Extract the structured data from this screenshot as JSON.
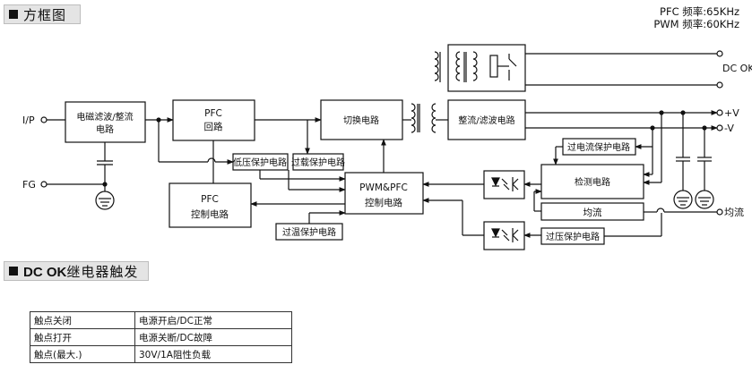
{
  "section1": {
    "title": "方框图"
  },
  "freq": {
    "pfc": "PFC 频率:65KHz",
    "pwm": "PWM 频率:60KHz"
  },
  "blocks": {
    "emi": [
      "电磁滤波/整流",
      "电路"
    ],
    "pfc": [
      "PFC",
      "回路"
    ],
    "switch": "切换电路",
    "rect": "整流/滤波电路",
    "undervolt": "低压保护电路",
    "overload": "过载保护电路",
    "pfc_ctrl": [
      "PFC",
      "控制电路"
    ],
    "pwm_ctrl": [
      "PWM&PFC",
      "控制电路"
    ],
    "overtemp": "过温保护电路",
    "overcurrent": "过电流保护电路",
    "detect": "检测电路",
    "share": "均流",
    "overvolt": "过压保护电路"
  },
  "terminals": {
    "ip": "I/P",
    "fg": "FG",
    "dcok": "DC OK",
    "vplus": "+V",
    "vminus": "-V",
    "share": "均流"
  },
  "section2": {
    "title_bold": "DC OK",
    "title_rest": "继电器触发"
  },
  "relay_table": [
    [
      "触点关闭",
      "电源开启/DC正常"
    ],
    [
      "触点打开",
      "电源关断/DC故障"
    ],
    [
      "触点(最大.)",
      "30V/1A阻性负载"
    ]
  ]
}
